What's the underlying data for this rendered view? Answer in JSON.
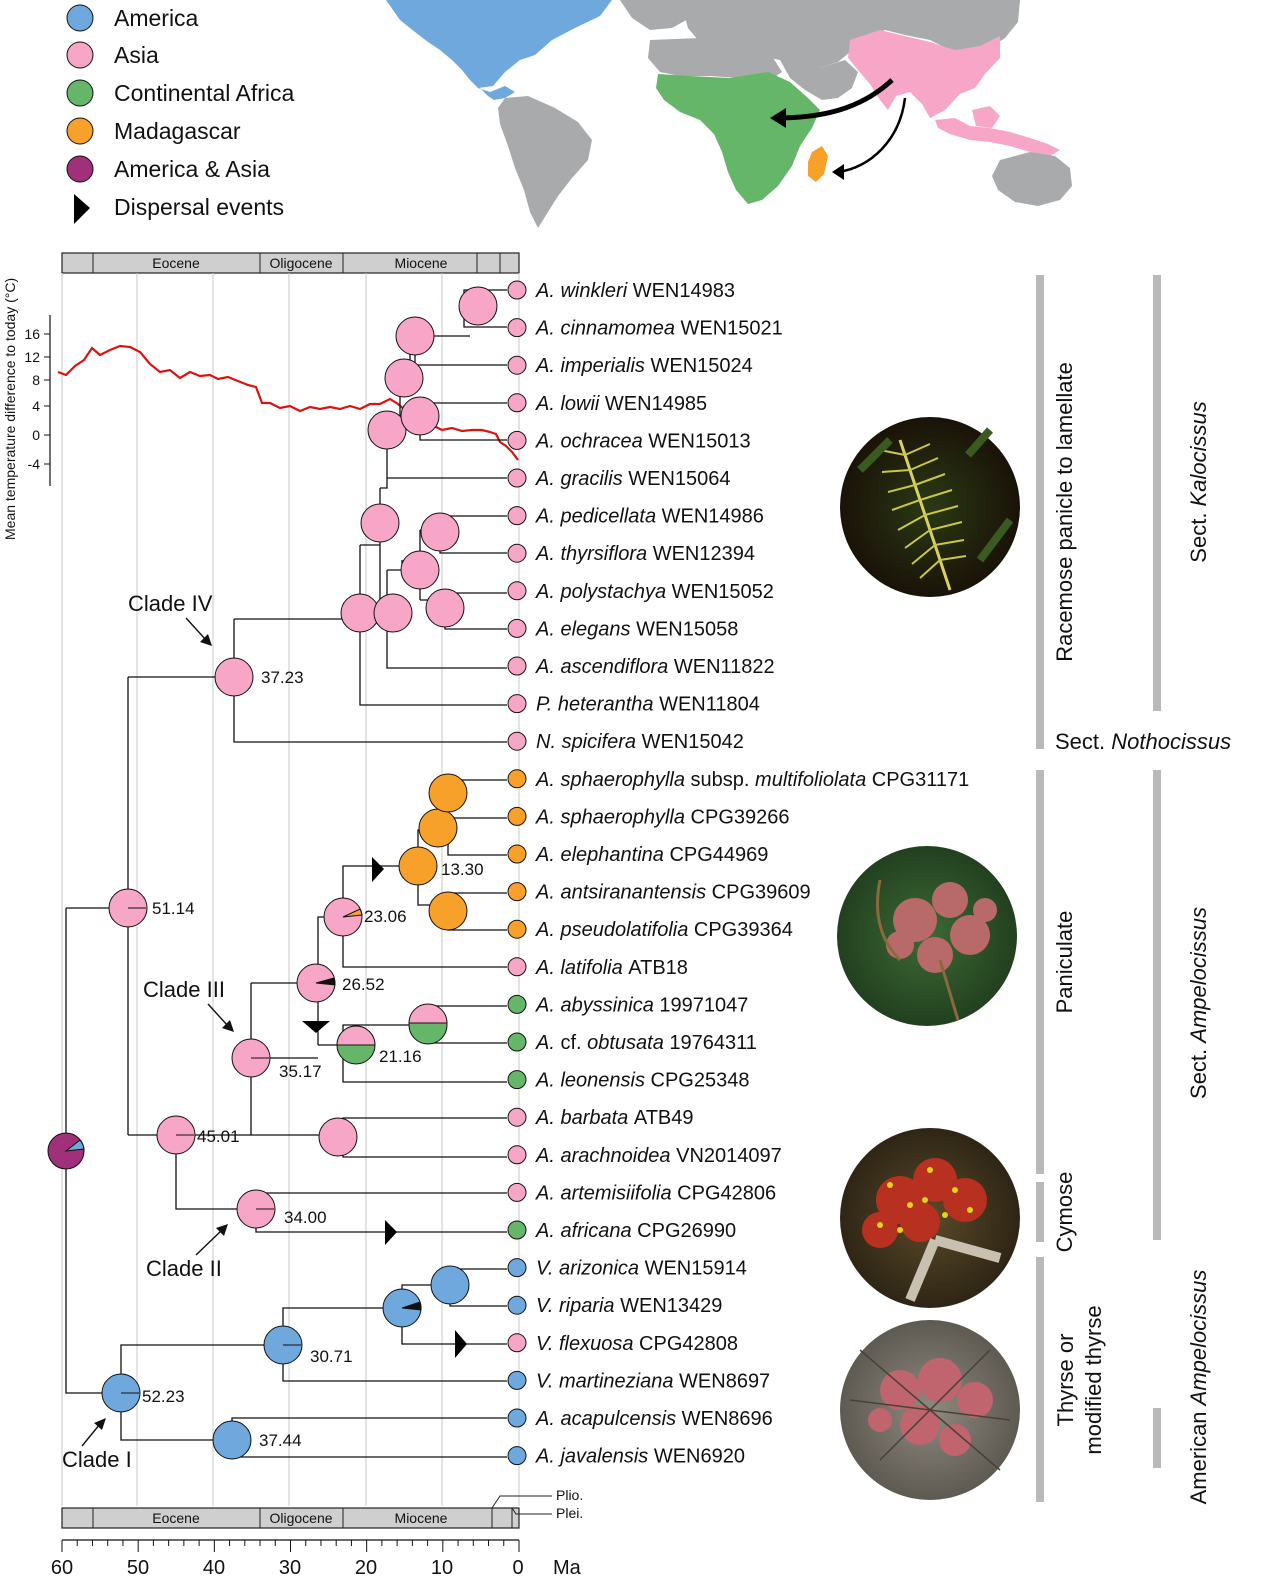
{
  "legend": [
    {
      "label": "America",
      "color": "#6fa8dc"
    },
    {
      "label": "Asia",
      "color": "#f7a6c8"
    },
    {
      "label": "Continental Africa",
      "color": "#66b66a"
    },
    {
      "label": "Madagascar",
      "color": "#f7a02a"
    },
    {
      "label": "America & Asia",
      "color": "#a0307a"
    },
    {
      "label": "Dispersal events",
      "icon": "black-triangle-icon"
    }
  ],
  "colors": {
    "america": "#6fa8dc",
    "asia": "#f7a6c8",
    "africa": "#66b66a",
    "madagascar": "#f7a02a",
    "america_asia": "#a0307a",
    "temperature_line": "#dd1111",
    "land": "#a8aaab"
  },
  "timescale": {
    "epochs": [
      "Eocene",
      "Oligocene",
      "Miocene"
    ],
    "short_epochs": [
      "Plio.",
      "Plei."
    ],
    "ticks": [
      "60",
      "50",
      "40",
      "30",
      "20",
      "10",
      "0"
    ],
    "unit": "Ma"
  },
  "temperature": {
    "ylabel": "Mean temperature difference to today (°C)",
    "yticks": [
      "16",
      "12",
      "8",
      "4",
      "0",
      "-4"
    ]
  },
  "taxa": [
    {
      "genus": "A.",
      "species": "winkleri",
      "voucher": "WEN14983"
    },
    {
      "genus": "A.",
      "species": "cinnamomea",
      "voucher": "WEN15021"
    },
    {
      "genus": "A.",
      "species": "imperialis",
      "voucher": "WEN15024"
    },
    {
      "genus": "A.",
      "species": "lowii",
      "voucher": "WEN14985"
    },
    {
      "genus": "A.",
      "species": "ochracea",
      "voucher": "WEN15013"
    },
    {
      "genus": "A.",
      "species": "gracilis",
      "voucher": "WEN15064"
    },
    {
      "genus": "A.",
      "species": "pedicellata",
      "voucher": "WEN14986"
    },
    {
      "genus": "A.",
      "species": "thyrsiflora",
      "voucher": "WEN12394"
    },
    {
      "genus": "A.",
      "species": "polystachya",
      "voucher": "WEN15052"
    },
    {
      "genus": "A.",
      "species": "elegans",
      "voucher": "WEN15058"
    },
    {
      "genus": "A.",
      "species": "ascendiflora",
      "voucher": "WEN11822"
    },
    {
      "genus": "P.",
      "species": "heterantha",
      "voucher": "WEN11804"
    },
    {
      "genus": "N.",
      "species": "spicifera",
      "voucher": "WEN15042"
    },
    {
      "genus": "A.",
      "species": "sphaerophylla",
      "sub": "subsp.",
      "subname": "multifoliolata",
      "voucher": "CPG31171"
    },
    {
      "genus": "A.",
      "species": "sphaerophylla",
      "voucher": "CPG39266"
    },
    {
      "genus": "A.",
      "species": "elephantina",
      "voucher": "CPG44969"
    },
    {
      "genus": "A.",
      "species": "antsiranantensis",
      "voucher": "CPG39609"
    },
    {
      "genus": "A.",
      "species": "pseudolatifolia",
      "voucher": "CPG39364"
    },
    {
      "genus": "A.",
      "species": "latifolia",
      "voucher": "ATB18"
    },
    {
      "genus": "A.",
      "species": "abyssinica",
      "voucher": "19971047"
    },
    {
      "genus": "A.",
      "species": "obtusata",
      "pre": "cf.",
      "voucher": "19764311"
    },
    {
      "genus": "A.",
      "species": "leonensis",
      "voucher": "CPG25348"
    },
    {
      "genus": "A.",
      "species": "barbata",
      "voucher": "ATB49"
    },
    {
      "genus": "A.",
      "species": "arachnoidea",
      "voucher": "VN2014097"
    },
    {
      "genus": "A.",
      "species": "artemisiifolia",
      "voucher": "CPG42806"
    },
    {
      "genus": "A.",
      "species": "africana",
      "voucher": "CPG26990"
    },
    {
      "genus": "V.",
      "species": "arizonica",
      "voucher": "WEN15914"
    },
    {
      "genus": "V.",
      "species": "riparia",
      "voucher": "WEN13429"
    },
    {
      "genus": "V.",
      "species": "flexuosa",
      "voucher": "CPG42808"
    },
    {
      "genus": "V.",
      "species": "martineziana",
      "voucher": "WEN8697"
    },
    {
      "genus": "A.",
      "species": "acapulcensis",
      "voucher": "WEN8696"
    },
    {
      "genus": "A.",
      "species": "javalensis",
      "voucher": "WEN6920"
    }
  ],
  "tip_areas": [
    "asia",
    "asia",
    "asia",
    "asia",
    "asia",
    "asia",
    "asia",
    "asia",
    "asia",
    "asia",
    "asia",
    "asia",
    "asia",
    "madagascar",
    "madagascar",
    "madagascar",
    "madagascar",
    "madagascar",
    "asia",
    "africa",
    "africa",
    "africa",
    "asia",
    "asia",
    "asia",
    "africa",
    "america",
    "america",
    "asia",
    "america",
    "america",
    "america"
  ],
  "node_ages": {
    "clade_iv": "37.23",
    "n51": "51.14",
    "n23": "23.06",
    "n13": "13.30",
    "n26": "26.52",
    "n21": "21.16",
    "n35": "35.17",
    "n45": "45.01",
    "n34": "34.00",
    "n30": "30.71",
    "n52": "52.23",
    "n37": "37.44"
  },
  "clades": [
    "Clade IV",
    "Clade III",
    "Clade II",
    "Clade I"
  ],
  "inflorescence": {
    "racemose": "Racemose panicle to lamellate",
    "paniculate": "Paniculate",
    "cymose": "Cymose",
    "thyrse_line1": "Thyrse or",
    "thyrse_line2": "modified thyrse"
  },
  "sections": {
    "sect_prefix": "Sect.",
    "kalocissus": "Kalocissus",
    "nothocissus": "Nothocissus",
    "ampelocissus": "Ampelocissus",
    "american_prefix": "American",
    "american_name": "Ampelocissus"
  }
}
